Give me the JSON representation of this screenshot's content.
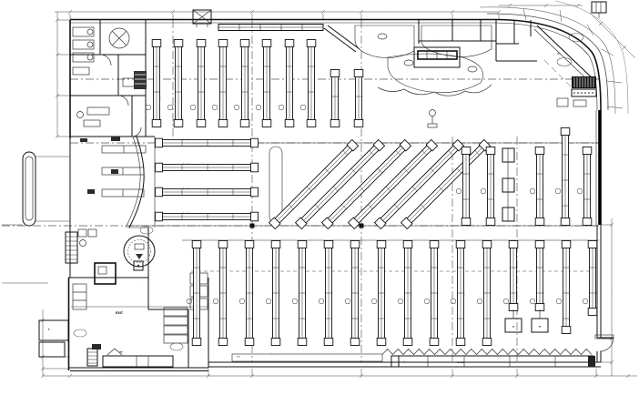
{
  "drawing": {
    "background": "#ffffff",
    "line_color": "#111111",
    "speck_color": "#8a8a8a",
    "stipple_color": "#555555",
    "labels": [
      [
        "· ··· ·",
        150,
        12,
        0,
        "s"
      ],
      [
        "· ··· ·",
        300,
        12,
        0,
        "s"
      ],
      [
        "·· ··",
        430,
        12,
        0,
        "s"
      ],
      [
        "·· ··",
        520,
        12,
        0,
        "s"
      ],
      [
        "· ·· ·",
        63,
        80,
        -90,
        "s"
      ],
      [
        "····",
        47,
        375,
        -90,
        "s"
      ],
      [
        "· ·· ·",
        672,
        320,
        -90,
        "s"
      ],
      [
        "·· ··",
        120,
        411,
        0,
        "s"
      ],
      [
        "·· ··",
        400,
        411,
        0,
        "s"
      ],
      [
        "·· ··",
        600,
        411,
        0,
        "s"
      ],
      [
        "·· ·",
        676,
        38,
        45,
        "s"
      ],
      [
        "··",
        92,
        38,
        0,
        "s"
      ],
      [
        "···",
        121,
        47,
        0,
        "s"
      ],
      [
        "··",
        100,
        90,
        0,
        "s"
      ],
      [
        "···",
        118,
        113,
        0,
        "s"
      ],
      [
        "··",
        96,
        142,
        0,
        "s"
      ],
      [
        "··",
        143,
        133,
        0,
        "s"
      ],
      [
        "··",
        222,
        19,
        0,
        "s"
      ],
      [
        "·· ···",
        298,
        30,
        0,
        "s"
      ],
      [
        "·▪····",
        177,
        108,
        -90,
        "s"
      ],
      [
        "·▪····",
        201,
        108,
        -90,
        "s"
      ],
      [
        "·▪····",
        226,
        108,
        -90,
        "s"
      ],
      [
        "·▪····",
        250,
        108,
        -90,
        "s"
      ],
      [
        "·▪····",
        274,
        108,
        -90,
        "s"
      ],
      [
        "·▪····",
        298,
        108,
        -90,
        "s"
      ],
      [
        "·▪····",
        323,
        108,
        -90,
        "s"
      ],
      [
        "·▪····",
        347,
        108,
        -90,
        "s"
      ],
      [
        "·▪···",
        373,
        106,
        -90,
        "s"
      ],
      [
        "·▪···",
        399,
        106,
        -90,
        "s"
      ],
      [
        "····",
        408,
        40,
        0,
        "s"
      ],
      [
        "····",
        478,
        42,
        0,
        "s"
      ],
      [
        "···",
        508,
        33,
        0,
        "s"
      ],
      [
        "····",
        468,
        88,
        0,
        "s"
      ],
      [
        "···",
        432,
        72,
        0,
        "s"
      ],
      [
        "··",
        560,
        35,
        0,
        "s"
      ],
      [
        "··",
        585,
        38,
        0,
        "s"
      ],
      [
        "▪·▪",
        614,
        60,
        0,
        "d"
      ],
      [
        "···",
        600,
        95,
        0,
        "s"
      ],
      [
        "··",
        640,
        118,
        0,
        "s"
      ],
      [
        "··",
        470,
        116,
        0,
        "s"
      ],
      [
        "▪· ····▪ ··",
        205,
        153,
        0,
        "s"
      ],
      [
        "▪· ····▪ ··",
        205,
        180,
        0,
        "s"
      ],
      [
        "▪· ····▪ ··",
        205,
        207,
        0,
        "s"
      ],
      [
        "▪· ····▪ ··",
        205,
        234,
        0,
        "s"
      ],
      [
        "·▪····",
        348,
        207,
        -45,
        "s"
      ],
      [
        "·▪····",
        377,
        207,
        -45,
        "s"
      ],
      [
        "·▪····",
        406,
        207,
        -45,
        "s"
      ],
      [
        "·▪····",
        435,
        207,
        -45,
        "s"
      ],
      [
        "·▪····",
        464,
        207,
        -45,
        "s"
      ],
      [
        "·▪····",
        493,
        207,
        -45,
        "s"
      ],
      [
        "·▪····",
        517,
        205,
        -90,
        "s"
      ],
      [
        "·▪····",
        544,
        205,
        -90,
        "s"
      ],
      [
        "···",
        558,
        188,
        -90,
        "s"
      ],
      [
        "·▪····",
        598,
        205,
        -90,
        "s"
      ],
      [
        "·▪····",
        626,
        205,
        -90,
        "s"
      ],
      [
        "·▪····",
        649,
        205,
        -90,
        "s"
      ],
      [
        "·▪····",
        221,
        322,
        -90,
        "s"
      ],
      [
        "·▪····",
        250,
        322,
        -90,
        "s"
      ],
      [
        "·▪····",
        279,
        322,
        -90,
        "s"
      ],
      [
        "·▪····",
        308,
        322,
        -90,
        "s"
      ],
      [
        "·▪····",
        337,
        322,
        -90,
        "s"
      ],
      [
        "·▪····",
        366,
        322,
        -90,
        "s"
      ],
      [
        "·▪····",
        395,
        322,
        -90,
        "s"
      ],
      [
        "·▪····",
        424,
        322,
        -90,
        "s"
      ],
      [
        "·▪····",
        453,
        322,
        -90,
        "s"
      ],
      [
        "·▪····",
        482,
        322,
        -90,
        "s"
      ],
      [
        "·▪····",
        511,
        322,
        -90,
        "s"
      ],
      [
        "·▪····",
        540,
        322,
        -90,
        "s"
      ],
      [
        "·▪···",
        569,
        322,
        -90,
        "s"
      ],
      [
        "·▪···",
        598,
        322,
        -90,
        "s"
      ],
      [
        "·▪····",
        627,
        322,
        -90,
        "s"
      ],
      [
        "·▪···",
        656,
        322,
        -90,
        "s"
      ],
      [
        "▪ ··· · ·",
        300,
        389,
        0,
        "s"
      ],
      [
        "▪▪ ▪▪▪",
        506,
        399.5,
        0,
        "d"
      ],
      [
        "▪▪·",
        444,
        398,
        0,
        "s"
      ],
      [
        "▪▪",
        564,
        360,
        0,
        "d"
      ],
      [
        "▪▪",
        593,
        360,
        0,
        "d"
      ],
      [
        "EXIT",
        131,
        345,
        0,
        "d",
        4.6
      ],
      [
        "·▪▪·",
        133,
        388,
        0,
        "d"
      ],
      [
        "▪·",
        54,
        363,
        0,
        "d"
      ],
      [
        "···",
        150,
        312,
        0,
        "s"
      ],
      [
        "··",
        186,
        352,
        0,
        "s"
      ],
      [
        "·▪·",
        262,
        393,
        0,
        "d"
      ],
      [
        "··",
        160,
        257,
        0,
        "s"
      ],
      [
        "··",
        153,
        271,
        0,
        "s"
      ]
    ]
  }
}
